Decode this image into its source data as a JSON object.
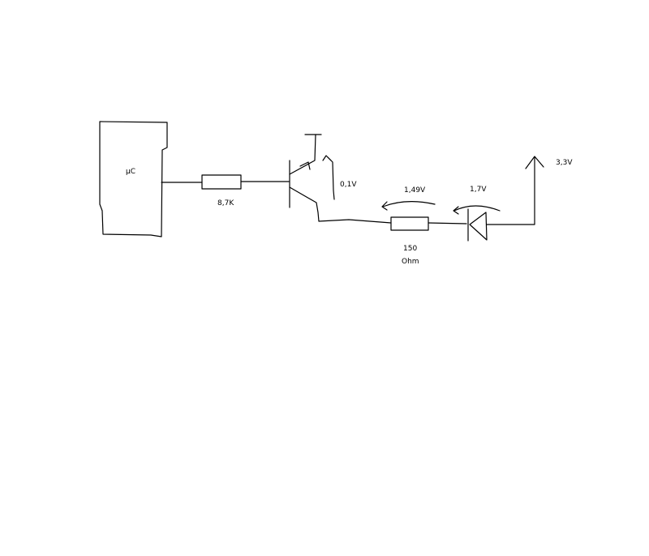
{
  "diagram": {
    "type": "circuit-schematic",
    "microcontroller": {
      "label": "µC"
    },
    "base_resistor": {
      "label": "8,7K"
    },
    "transistor": {
      "kind": "npn",
      "vce_label": "0,1V"
    },
    "series_resistor": {
      "label_line1": "150",
      "label_line2": "Ohm",
      "voltage_label": "1,49V"
    },
    "led": {
      "voltage_label": "1,7V"
    },
    "supply": {
      "label": "3,3V"
    }
  }
}
